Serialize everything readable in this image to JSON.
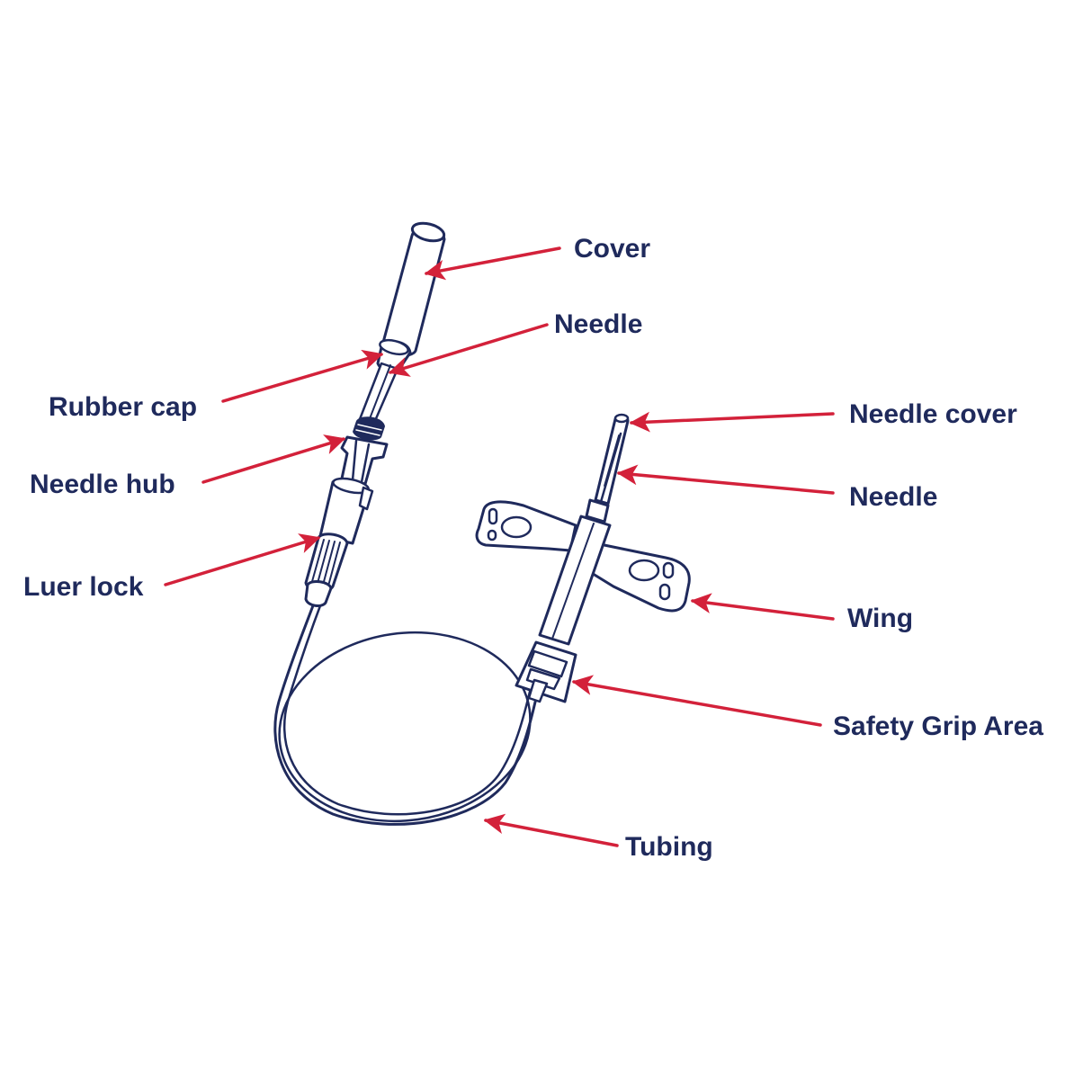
{
  "colors": {
    "ink": "#1f2a5c",
    "arrow": "#d3213a",
    "background": "#ffffff"
  },
  "labels": {
    "cover": "Cover",
    "needle_top": "Needle",
    "rubber_cap": "Rubber cap",
    "needle_hub": "Needle hub",
    "luer_lock": "Luer lock",
    "needle_cover": "Needle cover",
    "needle_right": "Needle",
    "wing": "Wing",
    "safety_grip_area": "Safety Grip Area",
    "tubing": "Tubing"
  }
}
